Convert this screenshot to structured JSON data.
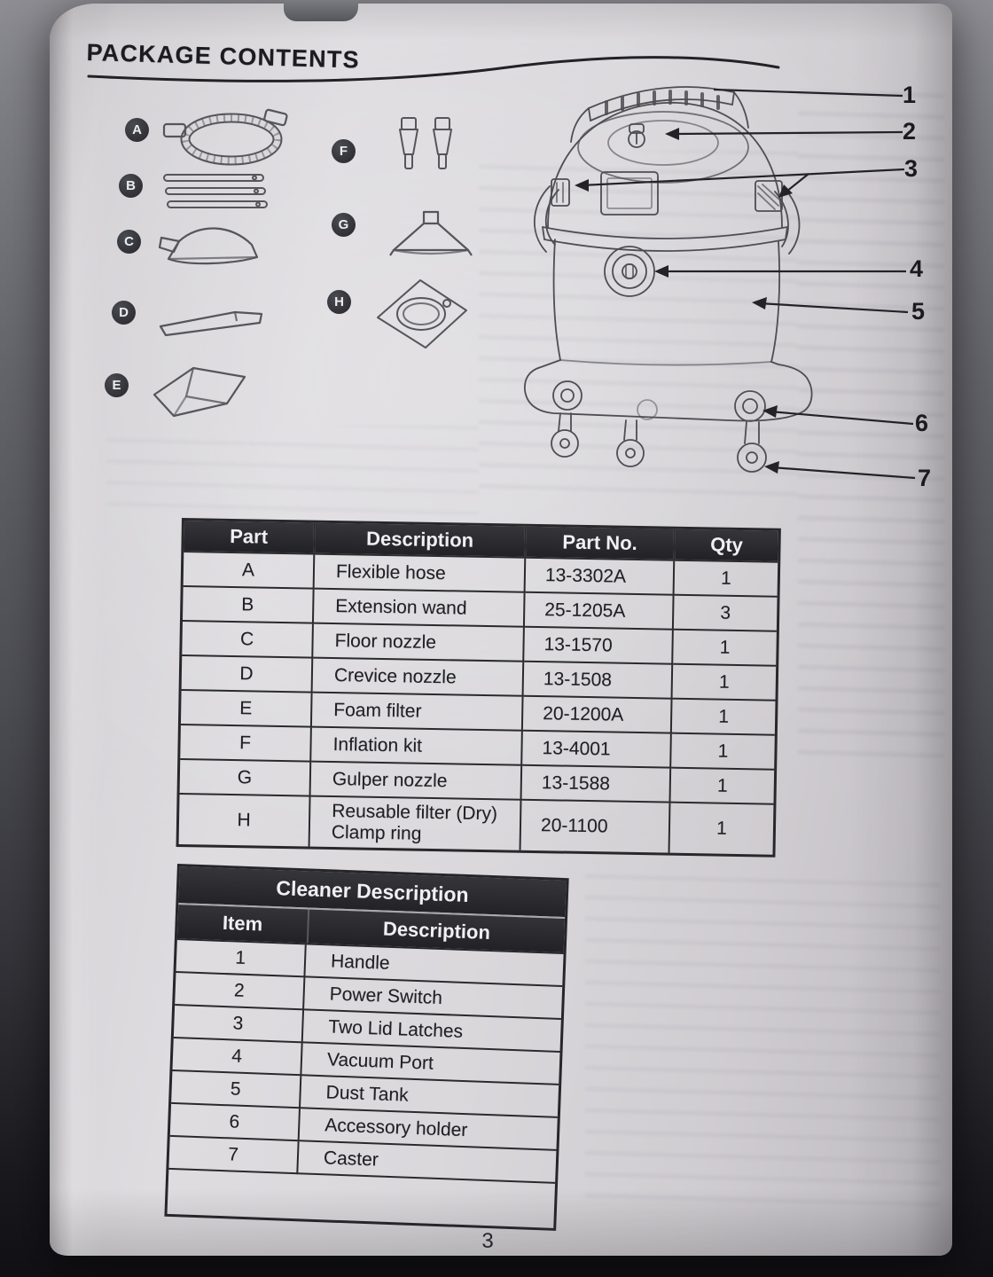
{
  "page": {
    "title": "PACKAGE CONTENTS",
    "page_number": "3"
  },
  "accessory_badges": [
    "A",
    "B",
    "C",
    "D",
    "E",
    "F",
    "G",
    "H"
  ],
  "callout_numbers": [
    "1",
    "2",
    "3",
    "4",
    "5",
    "6",
    "7"
  ],
  "icons": {
    "a": "flexible-hose-icon",
    "b": "extension-wand-icon",
    "c": "floor-nozzle-icon",
    "d": "crevice-nozzle-icon",
    "e": "foam-filter-icon",
    "f": "inflation-kit-icon",
    "g": "gulper-nozzle-icon",
    "h": "reusable-filter-icon",
    "figure": "vacuum-cleaner-line-drawing"
  },
  "parts_table": {
    "headers": [
      "Part",
      "Description",
      "Part No.",
      "Qty"
    ],
    "rows": [
      [
        "A",
        "Flexible hose",
        "13-3302A",
        "1"
      ],
      [
        "B",
        "Extension wand",
        "25-1205A",
        "3"
      ],
      [
        "C",
        "Floor nozzle",
        "13-1570",
        "1"
      ],
      [
        "D",
        "Crevice nozzle",
        "13-1508",
        "1"
      ],
      [
        "E",
        "Foam filter",
        "20-1200A",
        "1"
      ],
      [
        "F",
        "Inflation kit",
        "13-4001",
        "1"
      ],
      [
        "G",
        "Gulper nozzle",
        "13-1588",
        "1"
      ],
      [
        "H",
        "Reusable filter (Dry)\nClamp ring",
        "20-1100",
        "1"
      ]
    ]
  },
  "cleaner_table": {
    "title": "Cleaner Description",
    "headers": [
      "Item",
      "Description"
    ],
    "rows": [
      [
        "1",
        "Handle"
      ],
      [
        "2",
        "Power Switch"
      ],
      [
        "3",
        "Two Lid Latches"
      ],
      [
        "4",
        "Vacuum Port"
      ],
      [
        "5",
        "Dust Tank"
      ],
      [
        "6",
        "Accessory holder"
      ],
      [
        "7",
        "Caster"
      ]
    ]
  },
  "colors": {
    "paper": "#d9d7da",
    "ink": "#1b1b1e",
    "table_header_bg": "#28282c",
    "table_header_text": "#f0eff1"
  }
}
